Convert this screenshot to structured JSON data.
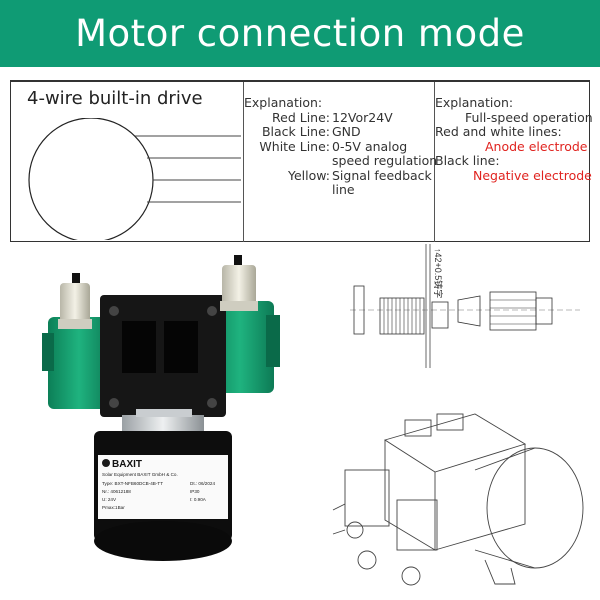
{
  "banner": {
    "title": "Motor connection mode"
  },
  "diagram": {
    "title": "4-wire built-in drive"
  },
  "explanation_wires": {
    "heading": "Explanation:",
    "rows": [
      {
        "key": "Red Line:",
        "value": "12Vor24V"
      },
      {
        "key": "Black Line:",
        "value": "GND"
      },
      {
        "key": "White Line:",
        "value": "0-5V analog"
      },
      {
        "key": "",
        "value": "speed regulation"
      },
      {
        "key": "Yellow:",
        "value": "Signal feedback"
      },
      {
        "key": "",
        "value": "line"
      }
    ]
  },
  "explanation_fullspeed": {
    "heading": "Explanation:",
    "mode": "Full-speed operation",
    "red_white_label": "Red and white lines:",
    "anode": "Anode  electrode",
    "black_label": "Black line:",
    "negative": "Negative electrode"
  },
  "product_label": {
    "brand": "BAXIT",
    "maker": "Solar Equipment BAXIT GmbH & Co.",
    "type": "Type: BXT-NFB60DCB-4B-TT",
    "date": "Dt.: 06/2024",
    "serial": "Nr.: 40612188",
    "ip": "IP30",
    "voltage": "U:    24V",
    "current": "I:    0.90A",
    "pmax": "Pmax:1Bar"
  },
  "drawing_note": "↑42+0.5铸字",
  "colors": {
    "banner": "#0f9b74",
    "pump_green": "#12a06e",
    "red_text": "#e0231f"
  }
}
